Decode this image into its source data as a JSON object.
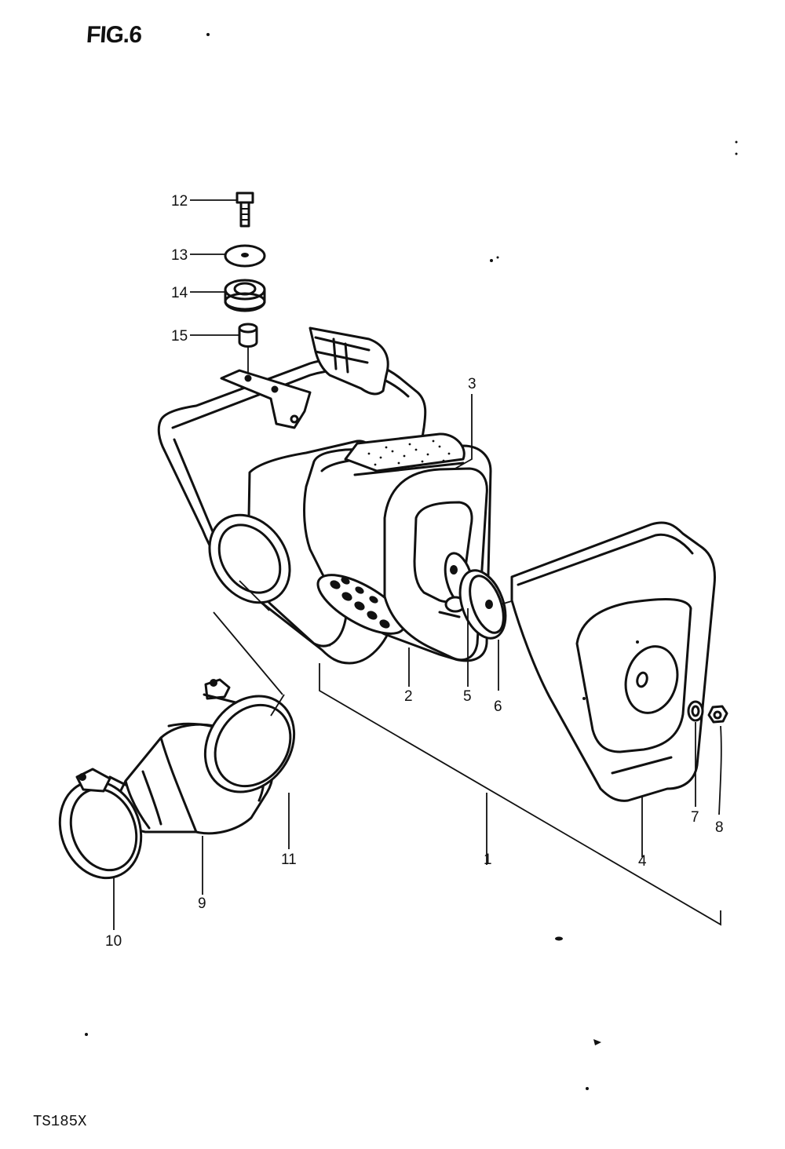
{
  "figure": {
    "title": "FIG.6",
    "model_code": "TS185X"
  },
  "callouts": {
    "c1": "1",
    "c2": "2",
    "c3": "3",
    "c4": "4",
    "c5": "5",
    "c6": "6",
    "c7": "7",
    "c8": "8",
    "c9": "9",
    "c10": "10",
    "c11": "11",
    "c12": "12",
    "c13": "13",
    "c14": "14",
    "c15": "15"
  },
  "colors": {
    "ink": "#111111",
    "paper": "#ffffff"
  }
}
